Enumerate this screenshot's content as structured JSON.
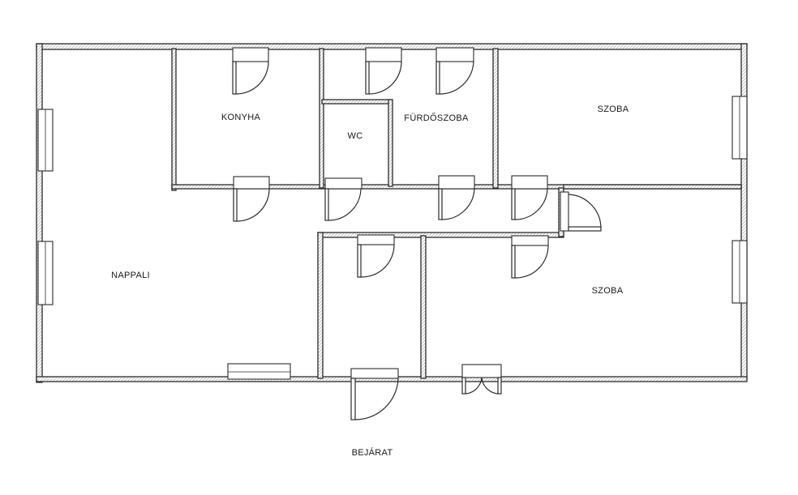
{
  "floorplan": {
    "rooms": {
      "kitchen": "KONYHA",
      "wc": "WC",
      "bathroom": "FÜRDŐSZOBA",
      "bedroom_top": "SZOBA",
      "living": "NAPPALI",
      "bedroom_bottom": "SZOBA"
    },
    "entrance": "BEJÁRAT"
  }
}
